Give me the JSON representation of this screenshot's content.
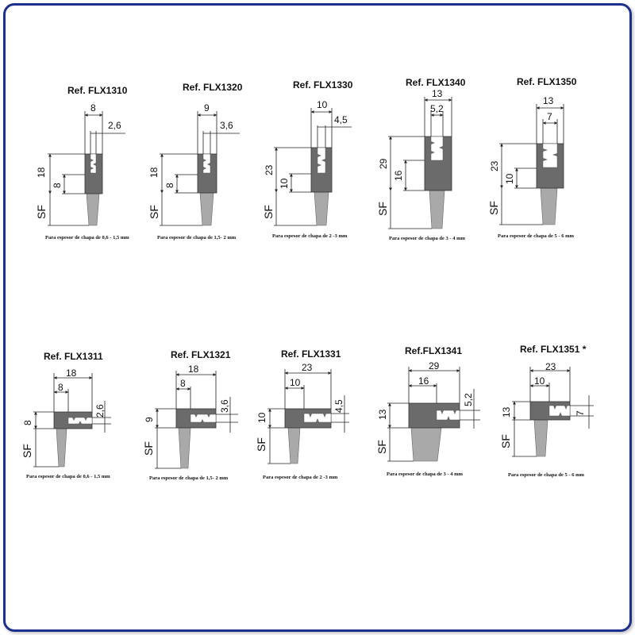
{
  "profiles_top": [
    {
      "ref": "Ref. FLX1310",
      "dims": [
        "8",
        "2,6",
        "18",
        "8"
      ],
      "sf": "SF",
      "caption": "Para espesor de chapa de  0,6 - 1,5 mm"
    },
    {
      "ref": "Ref. FLX1320",
      "dims": [
        "9",
        "3,6",
        "18",
        "8"
      ],
      "sf": "SF",
      "caption": "Para espesor de chapa de 1,5- 2 mm"
    },
    {
      "ref": "Ref. FLX1330",
      "dims": [
        "10",
        "4,5",
        "23",
        "10"
      ],
      "sf": "SF",
      "caption": "Para espesor de chapa de 2 -3 mm"
    },
    {
      "ref": "Ref. FLX1340",
      "dims": [
        "13",
        "5,2",
        "29",
        "16"
      ],
      "sf": "SF",
      "caption": "Para espesor de chapa de 3 - 4 mm"
    },
    {
      "ref": "Ref. FLX1350",
      "dims": [
        "13",
        "7",
        "23",
        "10"
      ],
      "sf": "SF",
      "caption": "Para espesor de chapa de 5 - 6 mm"
    }
  ],
  "profiles_bottom": [
    {
      "ref": "Ref. FLX1311",
      "dims": [
        "18",
        "8",
        "2,6",
        "8"
      ],
      "sf": "SF",
      "caption": "Para espesor de chapa de  0,6 - 1,5 mm"
    },
    {
      "ref": "Ref. FLX1321",
      "dims": [
        "18",
        "8",
        "3,6",
        "9"
      ],
      "sf": "SF",
      "caption": "Para espesor de chapa de 1,5- 2 mm"
    },
    {
      "ref": "Ref. FLX1331",
      "dims": [
        "23",
        "10",
        "4,5",
        "10"
      ],
      "sf": "SF",
      "caption": "Para espesor de chapa de 2 -3 mm"
    },
    {
      "ref": "Ref.FLX1341",
      "dims": [
        "29",
        "16",
        "5,2",
        "13"
      ],
      "sf": "SF",
      "caption": "Para espesor de chapa de 3 - 4 mm"
    },
    {
      "ref": "Ref. FLX1351 *",
      "dims": [
        "23",
        "10",
        "7",
        "13"
      ],
      "sf": "SF",
      "caption": "Para espesor de chapa de 5 - 6 mm"
    }
  ]
}
